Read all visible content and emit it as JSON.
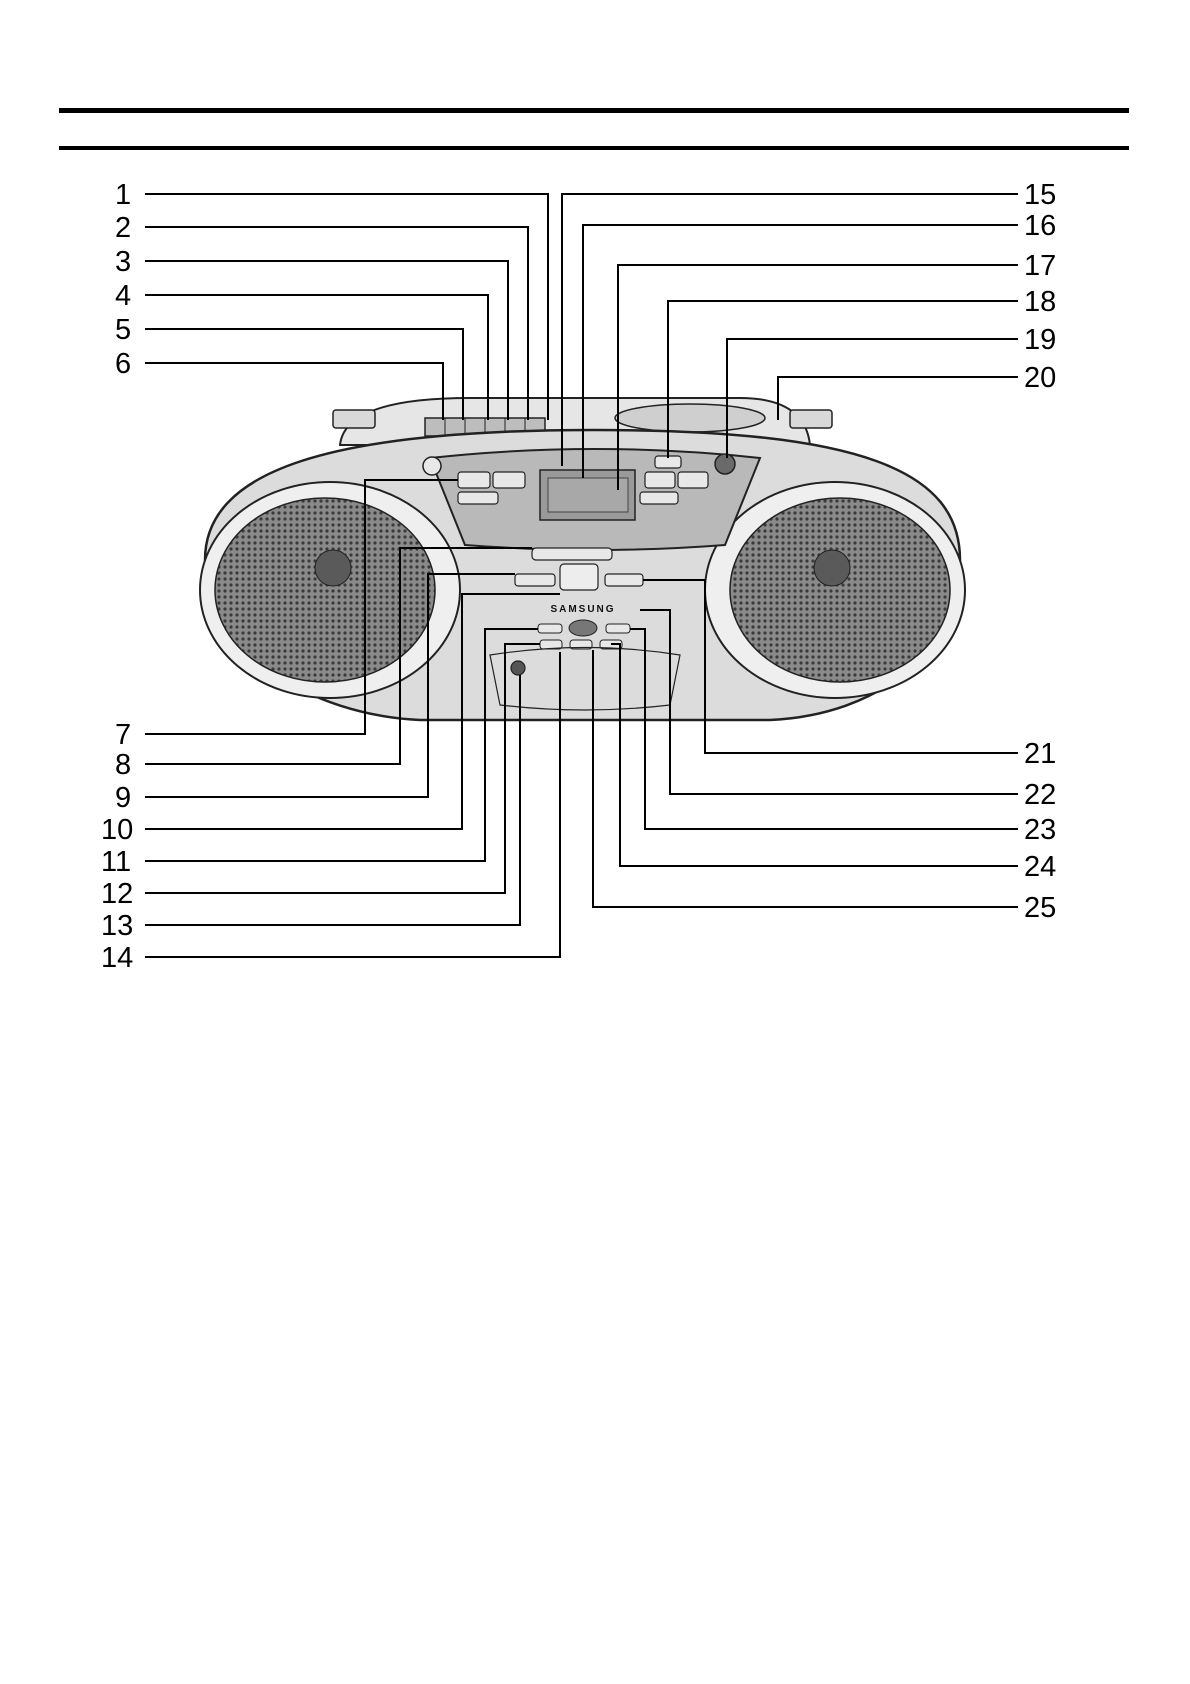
{
  "figure": {
    "brand": "SAMSUNG",
    "labels_left_top": [
      "1",
      "2",
      "3",
      "4",
      "5",
      "6"
    ],
    "labels_right_top": [
      "15",
      "16",
      "17",
      "18",
      "19",
      "20"
    ],
    "labels_left_bottom": [
      "7",
      "8",
      "9",
      "10",
      "11",
      "12",
      "13",
      "14"
    ],
    "labels_right_bottom": [
      "21",
      "22",
      "23",
      "24",
      "25"
    ]
  }
}
